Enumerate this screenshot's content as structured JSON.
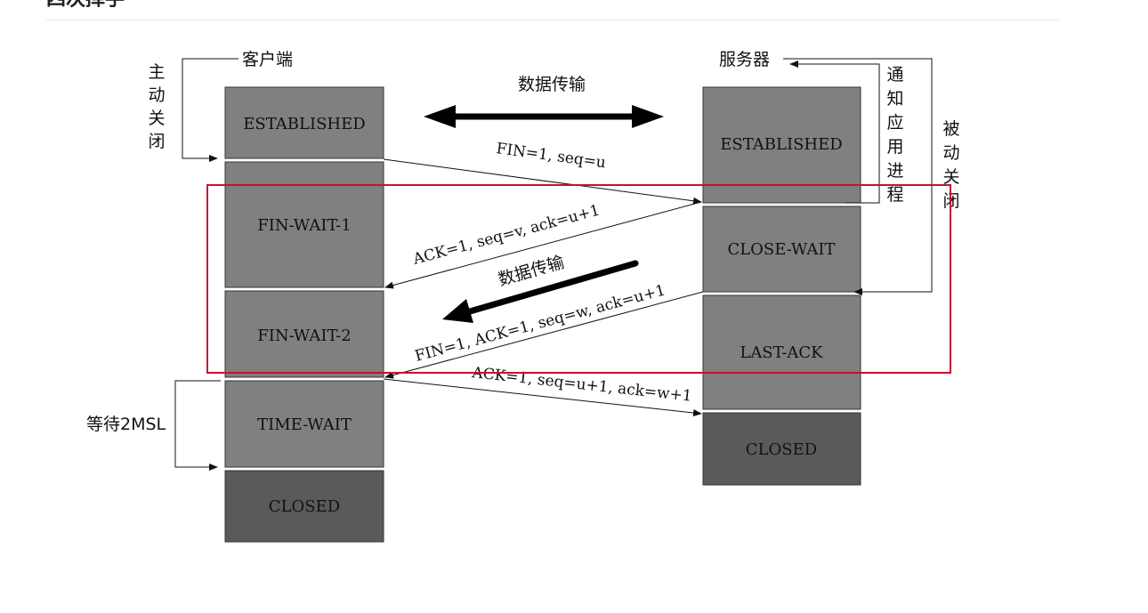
{
  "heading": "四次挥手",
  "client": {
    "title": "客户端",
    "active_close": [
      "主",
      "动",
      "关",
      "闭"
    ],
    "wait_label": "等待2MSL",
    "states": [
      "ESTABLISHED",
      "FIN-WAIT-1",
      "FIN-WAIT-2",
      "TIME-WAIT",
      "CLOSED"
    ]
  },
  "server": {
    "title": "服务器",
    "notify_app": [
      "通",
      "知",
      "应",
      "用",
      "进",
      "程"
    ],
    "passive_close": [
      "被",
      "动",
      "关",
      "闭"
    ],
    "states": [
      "ESTABLISHED",
      "CLOSE-WAIT",
      "LAST-ACK",
      "CLOSED"
    ]
  },
  "transfer_top": "数据传输",
  "transfer_mid": "数据传输",
  "messages": {
    "fin1": "FIN=1,  seq=u",
    "ack1": "ACK=1, seq=v, ack=u+1",
    "fin2": "FIN=1,  ACK=1,  seq=w, ack=u+1",
    "ack2": "ACK=1, seq=u+1, ack=w+1"
  },
  "colors": {
    "box_fill": "#808080",
    "box_closed_fill": "#5a5a5a",
    "highlight": "#c8102e",
    "arrow": "#111111"
  }
}
